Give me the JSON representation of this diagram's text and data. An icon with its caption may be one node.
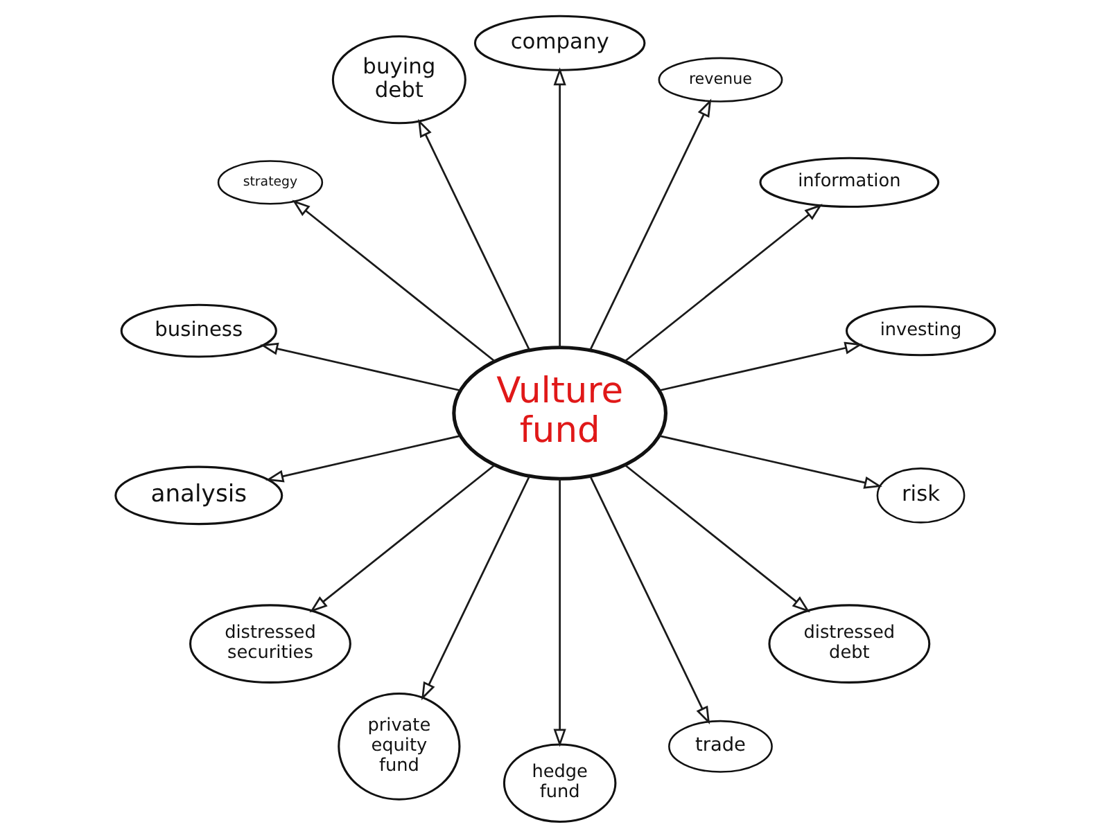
{
  "diagram": {
    "nodes": [
      {
        "text": [
          "Vulture fund"
        ]
      },
      {
        "text": [
          "strategy"
        ]
      },
      {
        "text": [
          "buying debt"
        ]
      },
      {
        "text": [
          "company"
        ]
      },
      {
        "text": [
          "revenue"
        ]
      },
      {
        "text": [
          "information"
        ]
      },
      {
        "text": [
          "investing"
        ]
      },
      {
        "text": [
          "risk"
        ]
      },
      {
        "text": [
          "distressed debt"
        ]
      },
      {
        "text": [
          "trade"
        ]
      },
      {
        "text": [
          "hedge fund"
        ]
      },
      {
        "text": [
          "private equity fund"
        ]
      },
      {
        "text": [
          "distressed securities"
        ]
      },
      {
        "text": [
          "analysis"
        ]
      },
      {
        "text": [
          "business"
        ]
      }
    ],
    "edges": [
      {
        "from": 0,
        "to": 1,
        "arrow": "to"
      },
      {
        "from": 0,
        "to": 2,
        "arrow": "to"
      },
      {
        "from": 0,
        "to": 3,
        "arrow": "to"
      },
      {
        "from": 0,
        "to": 4,
        "arrow": "to"
      },
      {
        "from": 0,
        "to": 5,
        "arrow": "to"
      },
      {
        "from": 0,
        "to": 6,
        "arrow": "to"
      },
      {
        "from": 0,
        "to": 7,
        "arrow": "to"
      },
      {
        "from": 0,
        "to": 8,
        "arrow": "to"
      },
      {
        "from": 0,
        "to": 9,
        "arrow": "to"
      },
      {
        "from": 0,
        "to": 10,
        "arrow": "to"
      },
      {
        "from": 0,
        "to": 11,
        "arrow": "to"
      },
      {
        "from": 0,
        "to": 12,
        "arrow": "to"
      },
      {
        "from": 0,
        "to": 13,
        "arrow": "to"
      },
      {
        "from": 0,
        "to": 14,
        "arrow": "to"
      }
    ]
  }
}
